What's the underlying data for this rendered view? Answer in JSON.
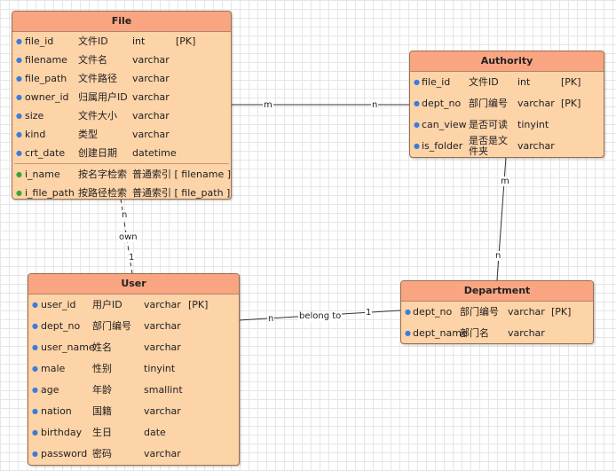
{
  "entities": {
    "file": {
      "title": "File",
      "fields": [
        {
          "name": "file_id",
          "comment": "文件ID",
          "type": "int",
          "key": "[PK]"
        },
        {
          "name": "filename",
          "comment": "文件名",
          "type": "varchar",
          "key": ""
        },
        {
          "name": "file_path",
          "comment": "文件路径",
          "type": "varchar",
          "key": ""
        },
        {
          "name": "owner_id",
          "comment": "归属用户ID",
          "type": "varchar",
          "key": ""
        },
        {
          "name": "size",
          "comment": "文件大小",
          "type": "varchar",
          "key": ""
        },
        {
          "name": "kind",
          "comment": "类型",
          "type": "varchar",
          "key": ""
        },
        {
          "name": "crt_date",
          "comment": "创建日期",
          "type": "datetime",
          "key": ""
        }
      ],
      "indexes": [
        {
          "name": "i_name",
          "comment": "按名字检索",
          "type": "普通索引 [ filename ]"
        },
        {
          "name": "i_file_path",
          "comment": "按路径检索",
          "type": "普通索引 [ file_path ]"
        }
      ]
    },
    "authority": {
      "title": "Authority",
      "fields": [
        {
          "name": "file_id",
          "comment": "文件ID",
          "type": "int",
          "key": "[PK]"
        },
        {
          "name": "dept_no",
          "comment": "部门编号",
          "type": "varchar",
          "key": "[PK]"
        },
        {
          "name": "can_view",
          "comment": "是否可读",
          "type": "tinyint",
          "key": ""
        },
        {
          "name": "is_folder",
          "comment": "是否是文件夹",
          "type": "varchar",
          "key": ""
        }
      ]
    },
    "user": {
      "title": "User",
      "fields": [
        {
          "name": "user_id",
          "comment": "用户ID",
          "type": "varchar",
          "key": "[PK]"
        },
        {
          "name": "dept_no",
          "comment": "部门编号",
          "type": "varchar",
          "key": ""
        },
        {
          "name": "user_name",
          "comment": "姓名",
          "type": "varchar",
          "key": ""
        },
        {
          "name": "male",
          "comment": "性别",
          "type": "tinyint",
          "key": ""
        },
        {
          "name": "age",
          "comment": "年龄",
          "type": "smallint",
          "key": ""
        },
        {
          "name": "nation",
          "comment": "国籍",
          "type": "varchar",
          "key": ""
        },
        {
          "name": "birthday",
          "comment": "生日",
          "type": "date",
          "key": ""
        },
        {
          "name": "password",
          "comment": "密码",
          "type": "varchar",
          "key": ""
        }
      ]
    },
    "department": {
      "title": "Department",
      "fields": [
        {
          "name": "dept_no",
          "comment": "部门编号",
          "type": "varchar",
          "key": "[PK]"
        },
        {
          "name": "dept_name",
          "comment": "部门名",
          "type": "varchar",
          "key": ""
        }
      ]
    }
  },
  "relationships": [
    {
      "id": "file-authority",
      "from_card": "m",
      "to_card": "n",
      "label": ""
    },
    {
      "id": "file-user",
      "from_card": "n",
      "to_card": "1",
      "label": "own"
    },
    {
      "id": "authority-department",
      "from_card": "m",
      "to_card": "n",
      "label": ""
    },
    {
      "id": "user-department",
      "from_card": "n",
      "to_card": "1",
      "label": "belong to"
    }
  ],
  "colors": {
    "entity_header": "#f9a582",
    "entity_body": "#fdd3a8",
    "key_bullet": "#3b7dd8",
    "index_bullet": "#3aa63a"
  }
}
